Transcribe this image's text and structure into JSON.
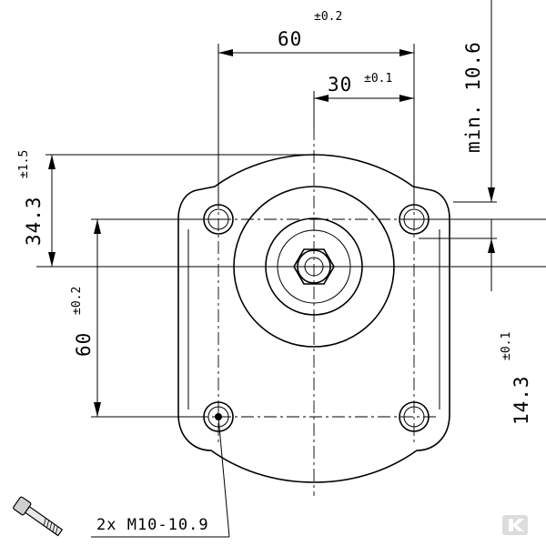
{
  "dimensions": {
    "top_bolt_spacing": {
      "value": "60",
      "tolerance": "±0.2"
    },
    "shaft_to_bolt": {
      "value": "30",
      "tolerance": "±0.1"
    },
    "min_length": {
      "value": "min. 10.6"
    },
    "height_top": {
      "value": "34.3",
      "tolerance": "±1.5"
    },
    "bolt_vertical_spacing": {
      "value": "60",
      "tolerance": "±0.2"
    },
    "bottom_offset": {
      "value": "14.3",
      "tolerance": "±0.1"
    }
  },
  "callout": {
    "bolt_spec": "2x M10-10.9"
  },
  "watermark": {
    "name": "logo-mark"
  }
}
